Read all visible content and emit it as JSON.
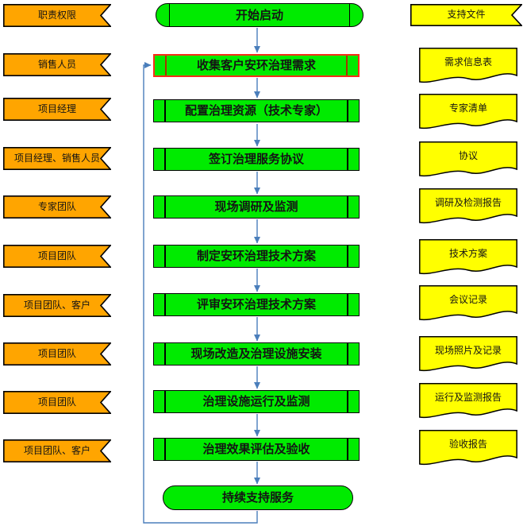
{
  "colors": {
    "background": "#FFFFFF",
    "role_fill": "#FFA500",
    "process_fill": "#00EB00",
    "doc_fill": "#FFFF00",
    "connector": "#4A7EBB",
    "shape_border": "#000000",
    "highlight_border": "#FF2D1A",
    "highlight_inner": "#AA3300"
  },
  "roles": {
    "header": "职责权限",
    "items": [
      "销售人员",
      "项目经理",
      "项目经理、销售人员",
      "专家团队",
      "项目团队",
      "项目团队、客户",
      "项目团队",
      "项目团队",
      "项目团队、客户"
    ]
  },
  "process": {
    "start": "开始启动",
    "steps": [
      "收集客户安环治理需求",
      "配置治理资源（技术专家）",
      "签订治理服务协议",
      "现场调研及监测",
      "制定安环治理技术方案",
      "评审安环治理技术方案",
      "现场改造及治理设施安装",
      "治理设施运行及监测",
      "治理效果评估及验收"
    ],
    "end": "持续支持服务"
  },
  "documents": {
    "header": "支持文件",
    "items": [
      "需求信息表",
      "专家清单",
      "协议",
      "调研及检测报告",
      "技术方案",
      "会议记录",
      "现场照片及记录",
      "运行及监测报告",
      "验收报告"
    ]
  }
}
